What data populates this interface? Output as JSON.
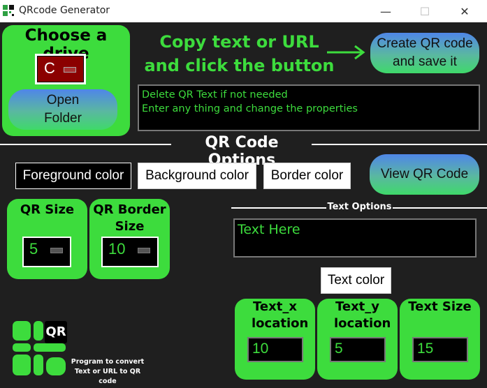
{
  "window": {
    "title": "QRcode Generator",
    "minimize": "—",
    "maximize": "☐",
    "close": "✕"
  },
  "drive": {
    "heading": "Choose a drive",
    "selected": "C",
    "open_folder": "Open\nFolder"
  },
  "instruction": {
    "line1": "Copy text or URL",
    "line2": "and click the button",
    "arrow": "⟶"
  },
  "create_button": "Create QR code\nand save it",
  "qr_text_area": {
    "line1": "Delete QR Text if not needed",
    "line2": "Enter any thing and change the properties"
  },
  "options_heading": "QR Code Options",
  "color_buttons": {
    "foreground": "Foreground color",
    "background": "Background color",
    "border": "Border color"
  },
  "view_button": "View QR Code",
  "qr_size": {
    "label": "QR Size",
    "value": "5"
  },
  "qr_border": {
    "label": "QR Border Size",
    "value": "10"
  },
  "text_options_heading": "Text Options",
  "text_entry_value": "Text Here",
  "text_color_button": "Text color",
  "text_x": {
    "label": "Text_x location",
    "value": "10"
  },
  "text_y": {
    "label": "Text_y location",
    "value": "5"
  },
  "text_size": {
    "label": "Text Size",
    "value": "15"
  },
  "logo": {
    "badge": "QR",
    "caption_line1": "Program to convert",
    "caption_line2": "Text or URL to QR code"
  },
  "colors": {
    "accent": "#3ddc3d",
    "background": "#1f1f1f"
  }
}
